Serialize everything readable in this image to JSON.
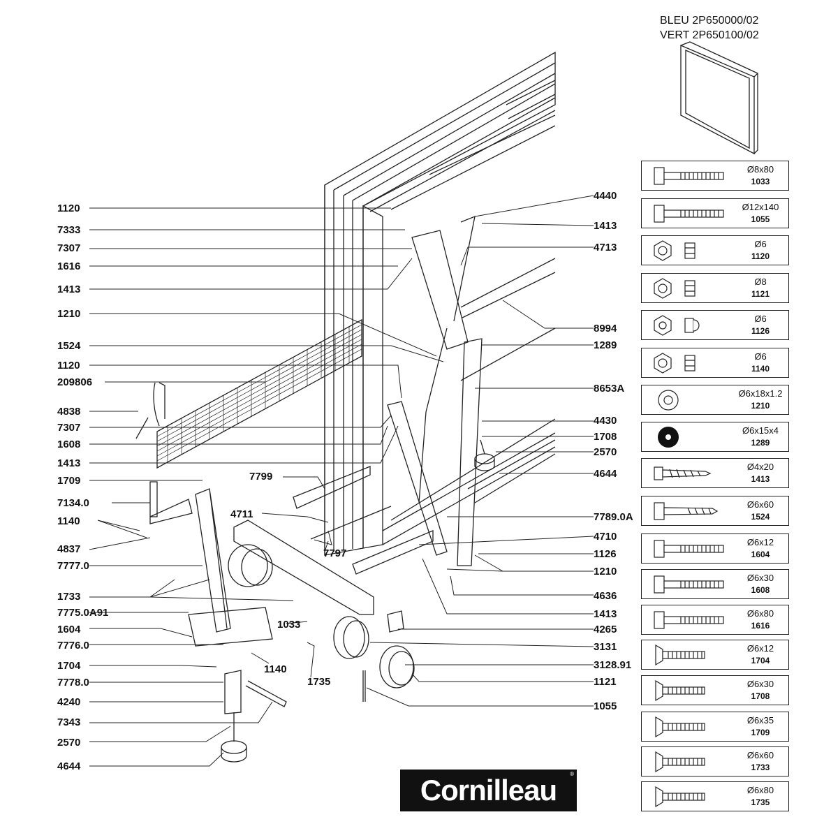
{
  "model_codes": [
    "BLEU 2P650000/02",
    "VERT 2P650100/02"
  ],
  "logo_text": "Cornilleau",
  "left_labels": [
    "1120",
    "7333",
    "7307",
    "1616",
    "1413",
    "1210",
    "1524",
    "1120",
    "209806",
    "4838",
    "7307",
    "1608",
    "1413",
    "1709",
    "7134.0",
    "1140",
    "4837",
    "7777.0",
    "1733",
    "7775.0A91",
    "1604",
    "7776.0",
    "1704",
    "7778.0",
    "4240",
    "7343",
    "2570",
    "4644"
  ],
  "right_labels": [
    "4440",
    "1413",
    "4713",
    "8994",
    "1289",
    "8653A",
    "4430",
    "1708",
    "2570",
    "4644",
    "7789.0A",
    "4710",
    "1126",
    "1210",
    "4636",
    "1413",
    "4265",
    "3131",
    "3128.91",
    "1121",
    "1055"
  ],
  "middle_labels": [
    "7799",
    "4711",
    "7797",
    "1140",
    "1033",
    "1735"
  ],
  "parts": [
    {
      "dim": "Ø8x80",
      "ref": "1033",
      "icon": "hex-bolt-icon"
    },
    {
      "dim": "Ø12x140",
      "ref": "1055",
      "icon": "hex-bolt-icon"
    },
    {
      "dim": "Ø6",
      "ref": "1120",
      "icon": "nut-icon"
    },
    {
      "dim": "Ø8",
      "ref": "1121",
      "icon": "nut-icon"
    },
    {
      "dim": "Ø6",
      "ref": "1126",
      "icon": "cap-nut-icon"
    },
    {
      "dim": "Ø6",
      "ref": "1140",
      "icon": "nut-icon"
    },
    {
      "dim": "Ø6x18x1.2",
      "ref": "1210",
      "icon": "washer-icon"
    },
    {
      "dim": "Ø6x15x4",
      "ref": "1289",
      "icon": "rubber-washer-icon"
    },
    {
      "dim": "Ø4x20",
      "ref": "1413",
      "icon": "wood-screw-icon"
    },
    {
      "dim": "Ø6x60",
      "ref": "1524",
      "icon": "lag-screw-icon"
    },
    {
      "dim": "Ø6x12",
      "ref": "1604",
      "icon": "hex-bolt-icon"
    },
    {
      "dim": "Ø6x30",
      "ref": "1608",
      "icon": "hex-bolt-icon"
    },
    {
      "dim": "Ø6x80",
      "ref": "1616",
      "icon": "hex-bolt-icon"
    },
    {
      "dim": "Ø6x12",
      "ref": "1704",
      "icon": "flat-head-bolt-icon"
    },
    {
      "dim": "Ø6x30",
      "ref": "1708",
      "icon": "flat-head-bolt-icon"
    },
    {
      "dim": "Ø6x35",
      "ref": "1709",
      "icon": "flat-head-bolt-icon"
    },
    {
      "dim": "Ø6x60",
      "ref": "1733",
      "icon": "flat-head-bolt-icon"
    },
    {
      "dim": "Ø6x80",
      "ref": "1735",
      "icon": "flat-head-bolt-icon"
    }
  ]
}
